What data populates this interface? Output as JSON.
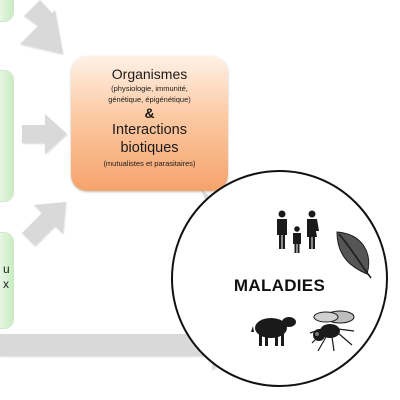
{
  "organisms_box": {
    "title": "Organismes",
    "subtitle_line1": "(physiologie, immunité,",
    "subtitle_line2": "génétique, épigénétique)",
    "ampersand": "&",
    "interactions_line1": "Interactions",
    "interactions_line2": "biotiques",
    "interactions_sub": "(mutualistes et parasitaires)"
  },
  "disease_circle": {
    "label": "MALADIES",
    "icons": [
      "human-family-icon",
      "leaf-icon",
      "sheep-icon",
      "fly-icon"
    ]
  },
  "partial_left_text": {
    "line1": "u",
    "line2": "x"
  },
  "colors": {
    "green_box": "#c9ecc2",
    "orange_box": "#f6a36c",
    "arrow": "#d9d9d9",
    "icon": "#1a1a1a"
  }
}
